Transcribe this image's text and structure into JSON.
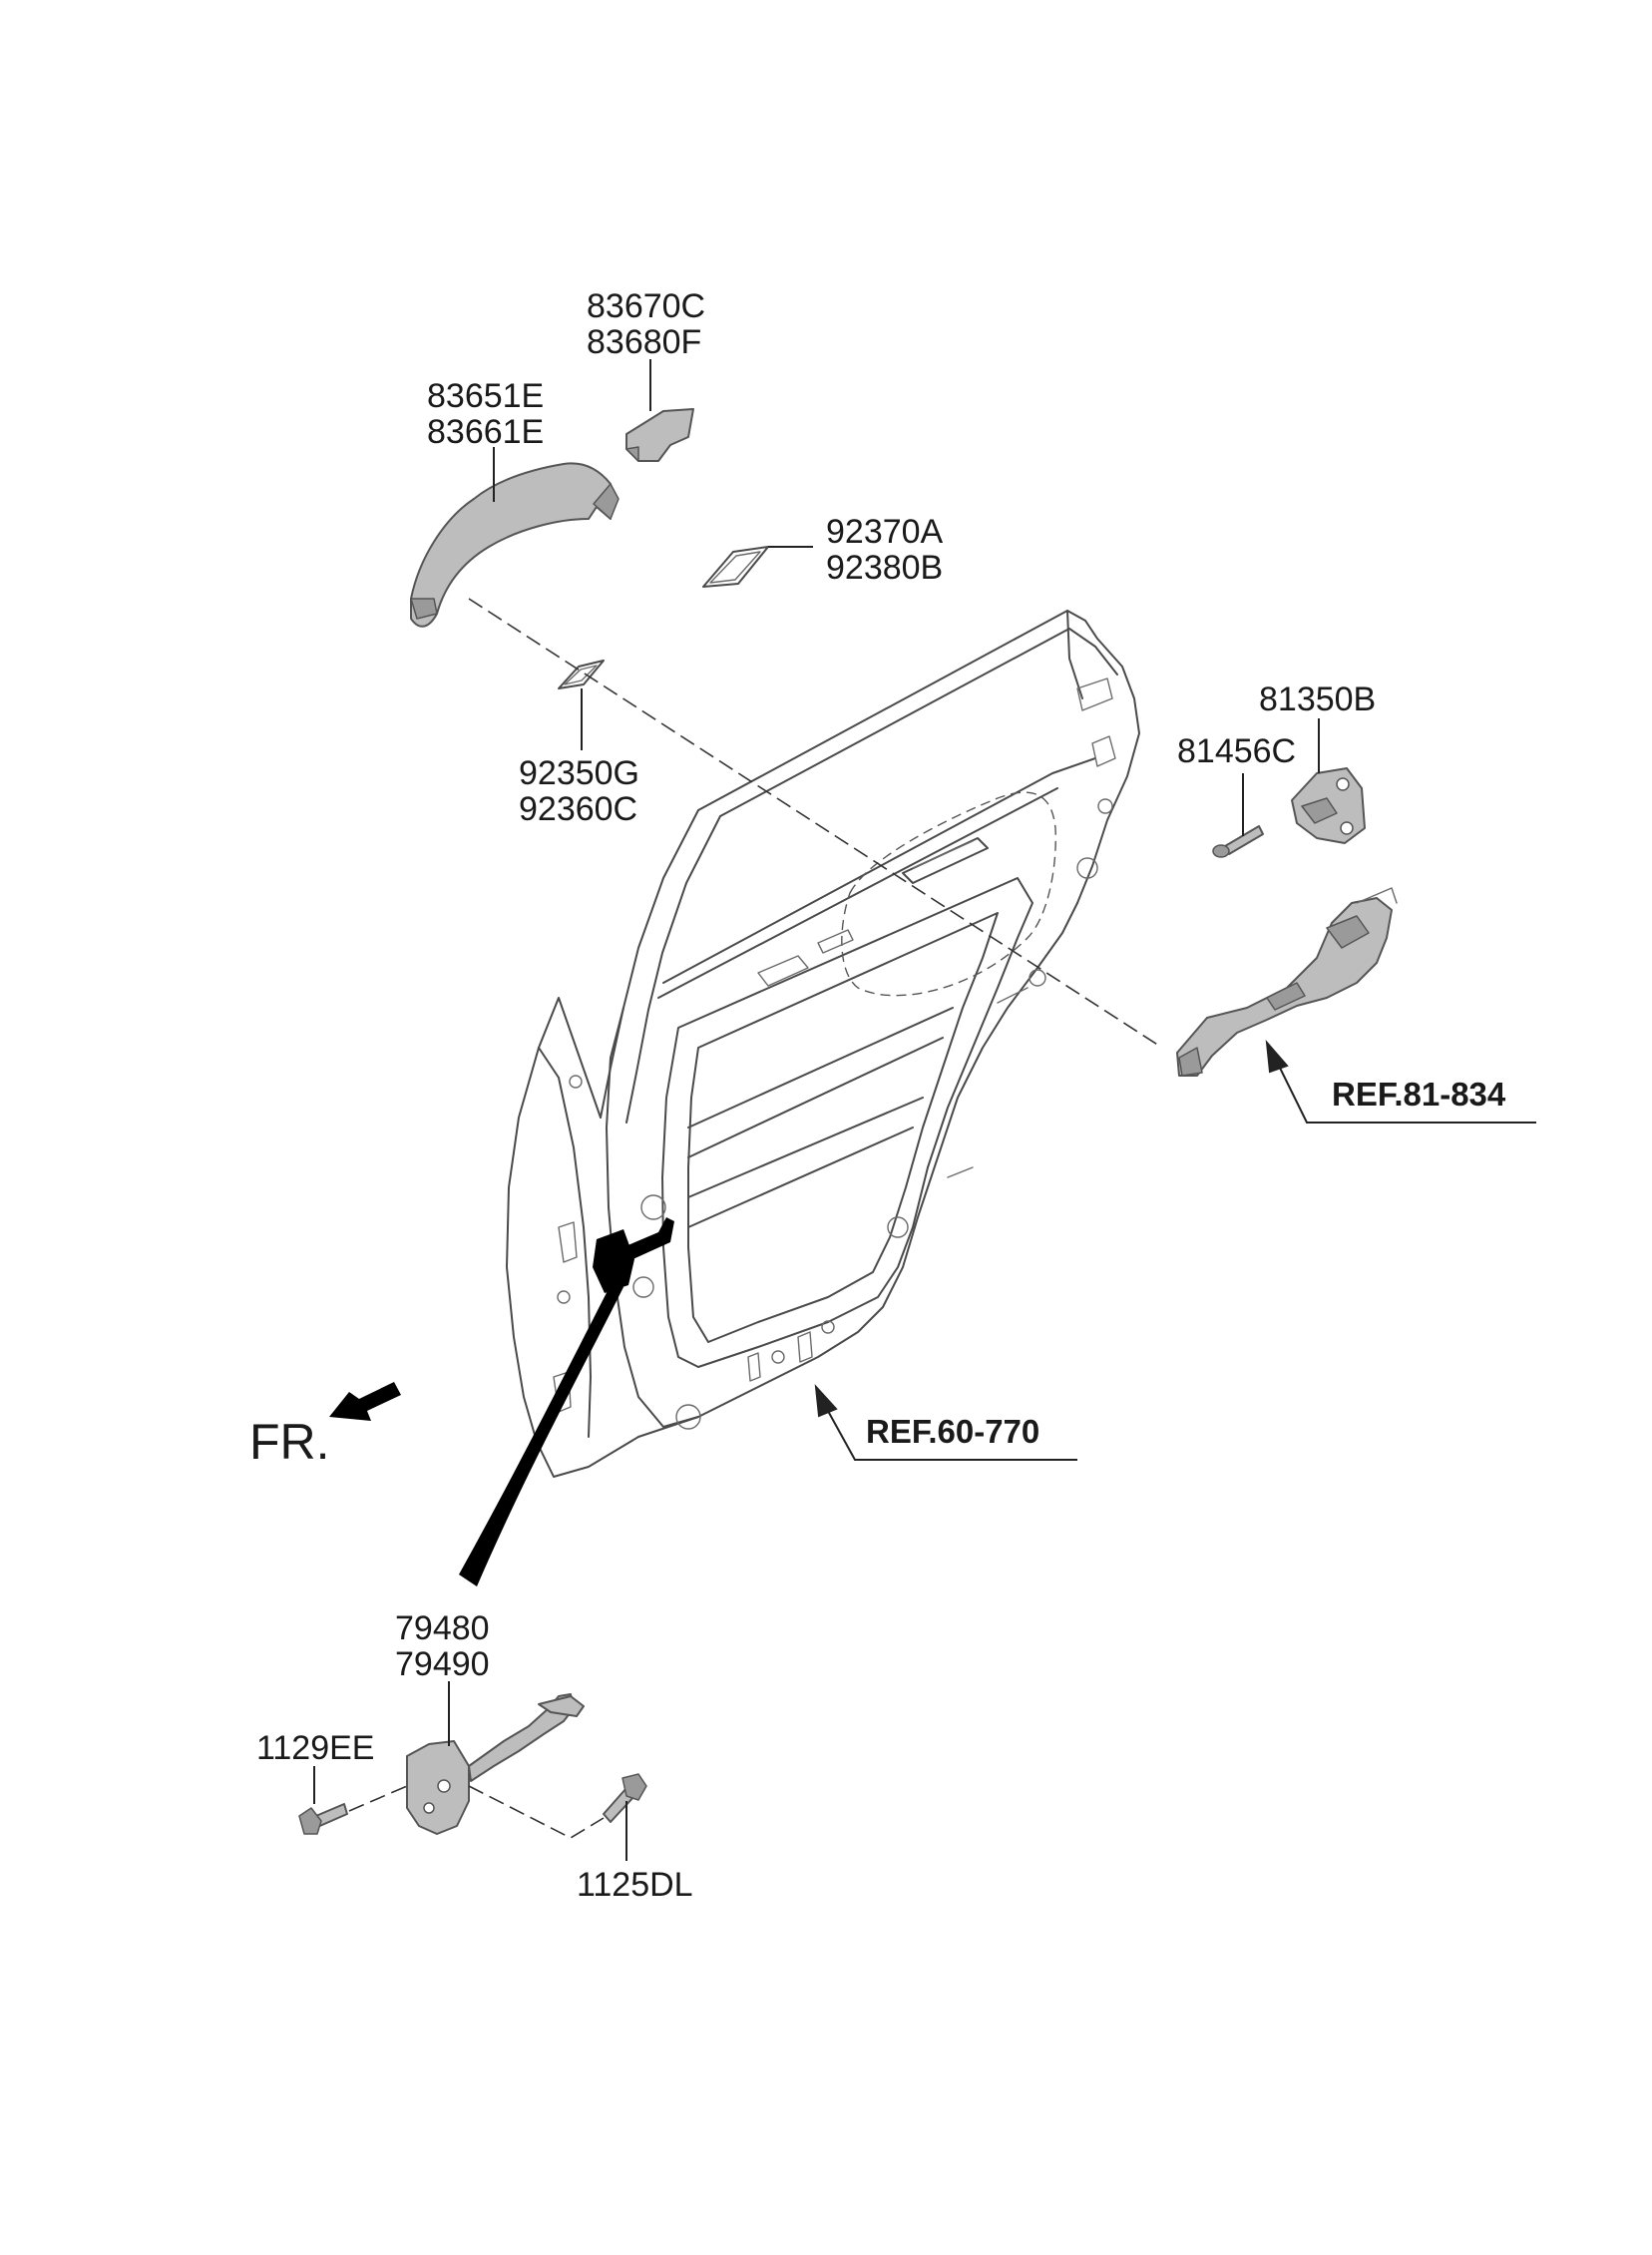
{
  "labels": {
    "p83670c": "83670C",
    "p83680f": "83680F",
    "p83651e": "83651E",
    "p83661e": "83661E",
    "p92370a": "92370A",
    "p92380b": "92380B",
    "p92350g": "92350G",
    "p92360c": "92360C",
    "p81350b": "81350B",
    "p81456c": "81456C",
    "p79480": "79480",
    "p79490": "79490",
    "p1129ee": "1129EE",
    "p1125dl": "1125DL"
  },
  "refs": {
    "ref_81_834": "REF.81-834",
    "ref_60_770": "REF.60-770"
  },
  "direction": {
    "front_label": "FR."
  },
  "colors": {
    "part_fill": "#bdbdbd",
    "outline": "#4a4a4a",
    "harness": "#000000"
  }
}
